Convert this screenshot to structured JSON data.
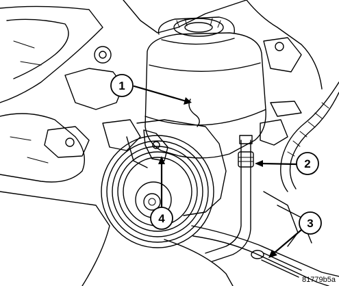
{
  "figure": {
    "id": "81779b5a",
    "callouts": [
      {
        "number": "1",
        "part": "reservoir"
      },
      {
        "number": "2",
        "part": "return-hose-clamp"
      },
      {
        "number": "3",
        "part": "supply-line"
      },
      {
        "number": "4",
        "part": "mounting-bracket"
      }
    ]
  },
  "colors": {
    "ink": "#000000",
    "paper": "#ffffff"
  }
}
